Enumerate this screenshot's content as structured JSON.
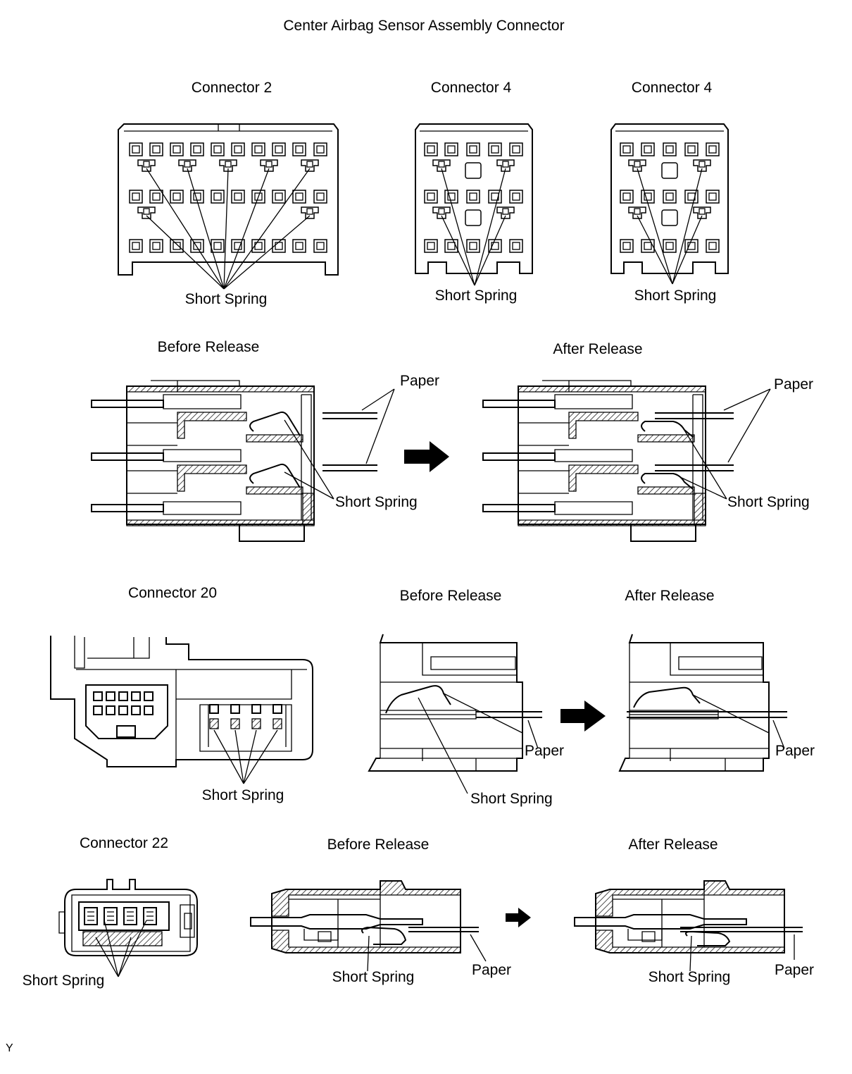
{
  "title": "Center Airbag Sensor Assembly Connector",
  "section1": {
    "connectors": [
      {
        "title": "Connector 2",
        "label": "Short Spring"
      },
      {
        "title": "Connector 4",
        "label": "Short Spring"
      },
      {
        "title": "Connector 4",
        "label": "Short Spring"
      }
    ]
  },
  "section2": {
    "before": {
      "title": "Before Release",
      "paper": "Paper",
      "spring": "Short Spring"
    },
    "after": {
      "title": "After Release",
      "paper": "Paper",
      "spring": "Short Spring"
    }
  },
  "section3": {
    "connector": {
      "title": "Connector 20",
      "label": "Short Spring"
    },
    "before": {
      "title": "Before Release",
      "paper": "Paper",
      "spring": "Short Spring"
    },
    "after": {
      "title": "After Release",
      "paper": "Paper"
    }
  },
  "section4": {
    "connector": {
      "title": "Connector 22",
      "label": "Short Spring"
    },
    "before": {
      "title": "Before Release",
      "paper": "Paper",
      "spring": "Short Spring"
    },
    "after": {
      "title": "After Release",
      "paper": "Paper",
      "spring": "Short Spring"
    }
  },
  "footer": {
    "code": "Y"
  }
}
